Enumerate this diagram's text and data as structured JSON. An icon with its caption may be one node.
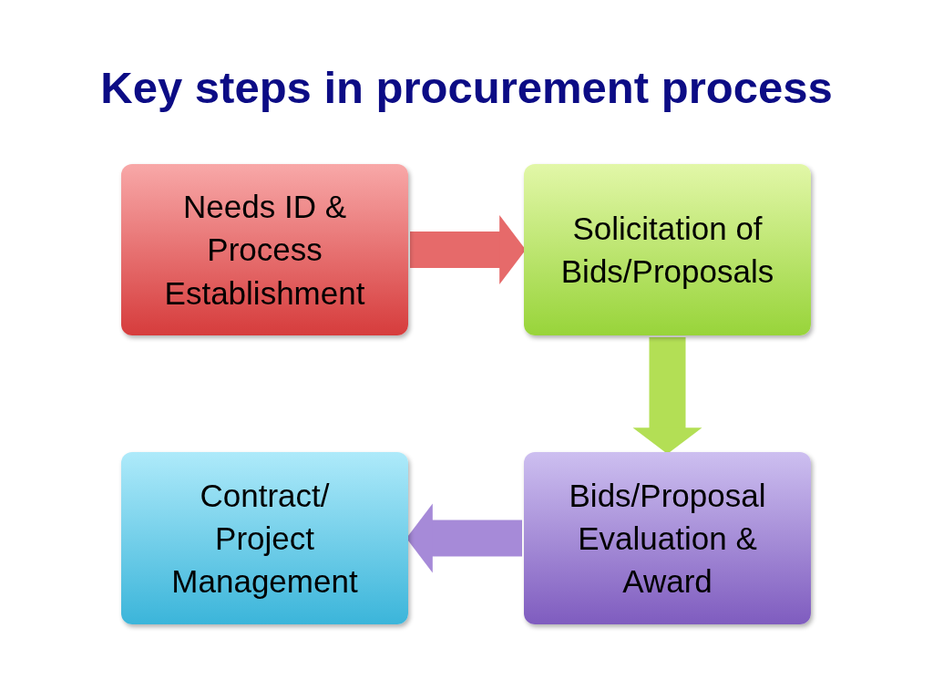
{
  "diagram": {
    "title": "Key steps in procurement process",
    "nodes": [
      {
        "text": [
          "Needs ID & Process Establishment"
        ]
      },
      {
        "text": [
          "Solicitation of Bids/Proposals"
        ]
      },
      {
        "text": [
          "Bids/Proposal Evaluation & Award"
        ]
      },
      {
        "text": [
          "Contract/ Project Management"
        ]
      }
    ],
    "edges": [
      {
        "from": 0,
        "to": 1,
        "arrow": "to",
        "color": "#e66a6a"
      },
      {
        "from": 1,
        "to": 2,
        "arrow": "to",
        "color": "#b3df55"
      },
      {
        "from": 2,
        "to": 3,
        "arrow": "to",
        "color": "#a68ad8"
      }
    ]
  }
}
